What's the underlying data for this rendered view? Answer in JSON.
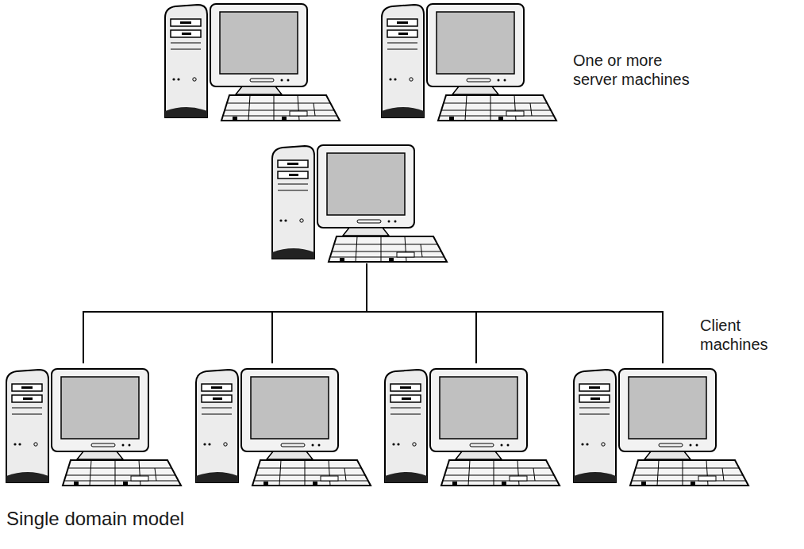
{
  "diagram": {
    "caption": "Single domain model",
    "labels": [
      "One or more server machines",
      "Client machines"
    ]
  }
}
